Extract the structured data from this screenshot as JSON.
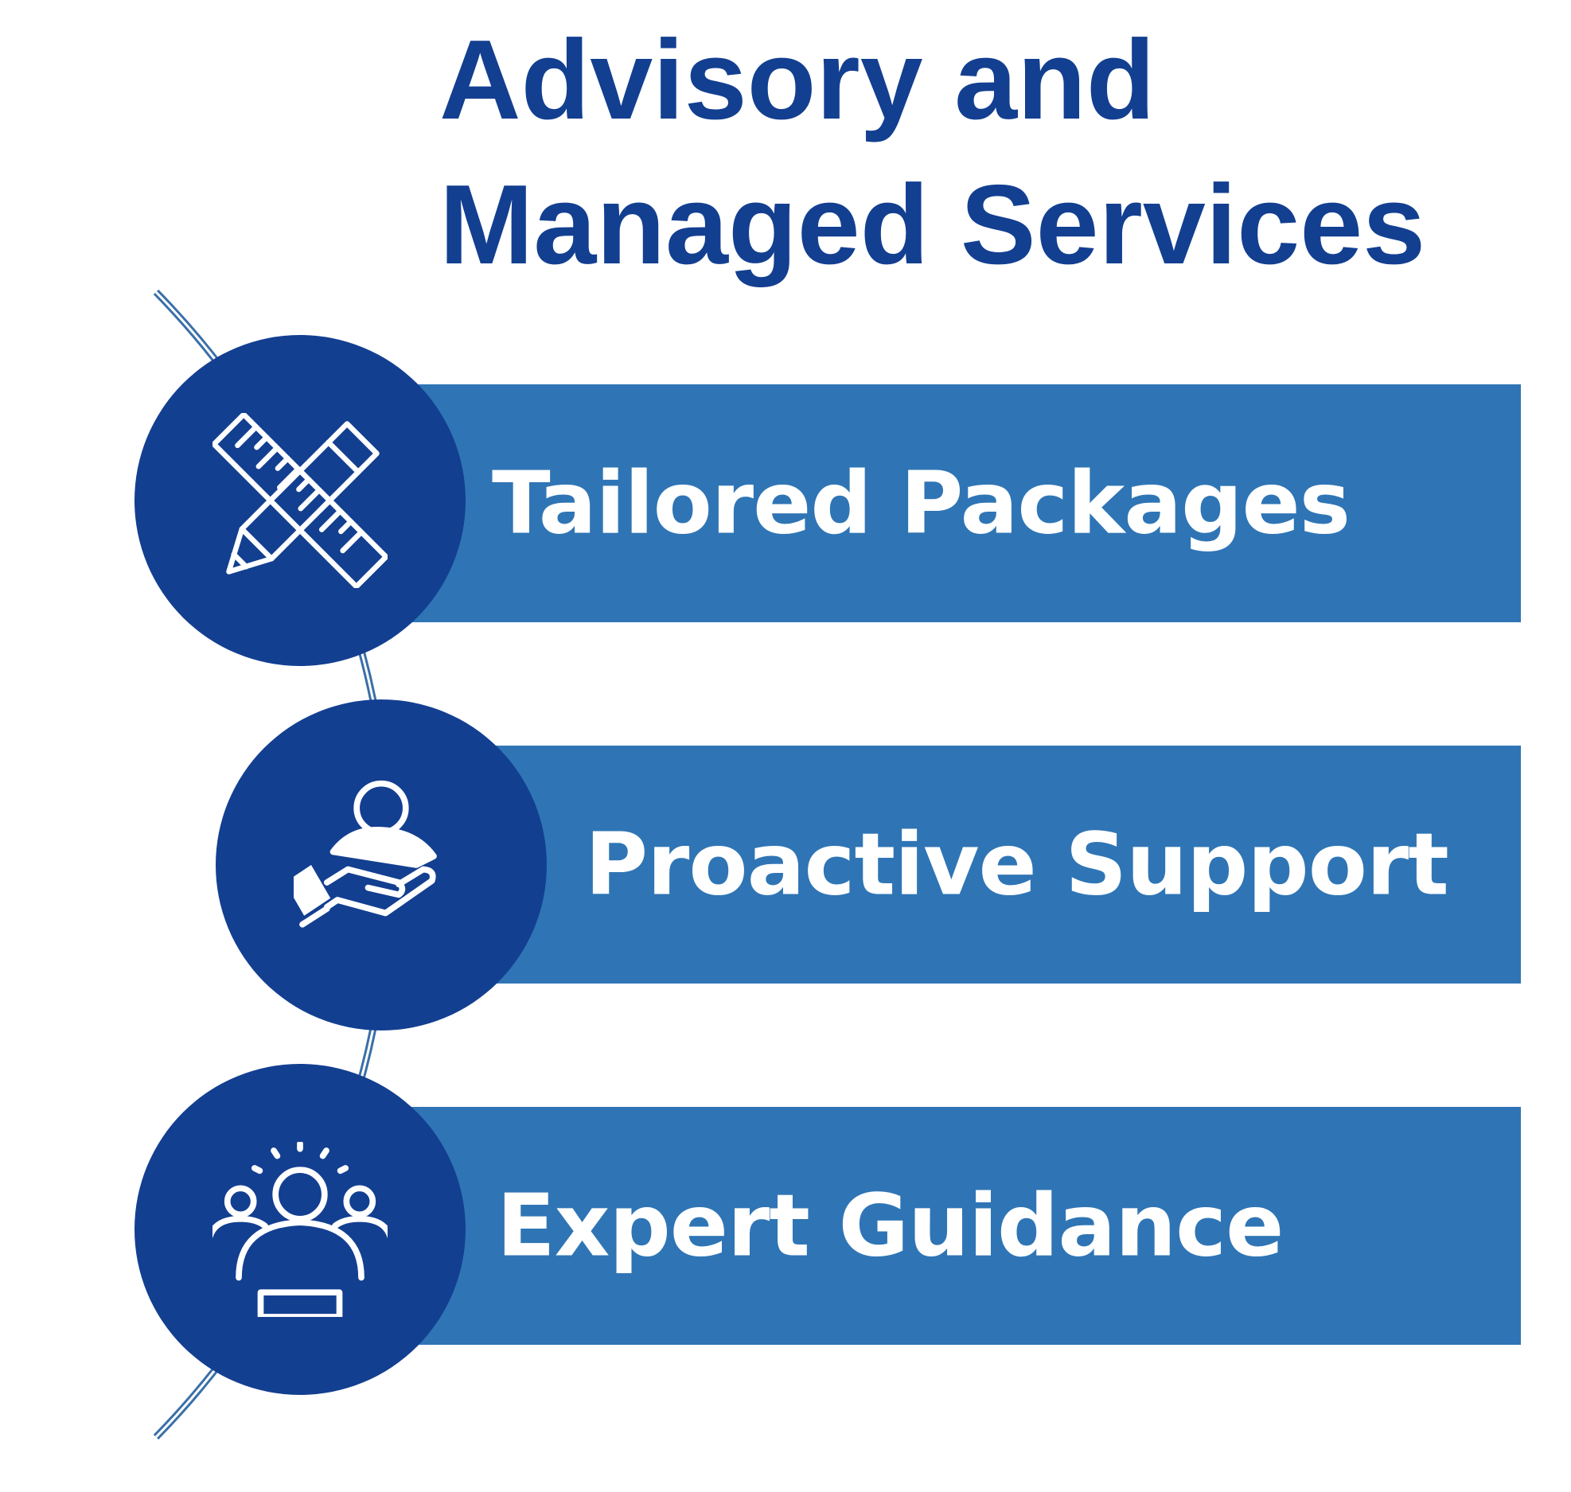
{
  "title": {
    "line1": "Advisory and",
    "line2": "Managed Services"
  },
  "items": [
    {
      "label": "Tailored Packages",
      "icon": "ruler-pencil-icon"
    },
    {
      "label": "Proactive Support",
      "icon": "hand-support-person-icon"
    },
    {
      "label": "Expert Guidance",
      "icon": "team-expert-icon"
    }
  ],
  "colors": {
    "title": "#133f91",
    "circle": "#133f91",
    "bar": "#2f75b5",
    "connector": "#3a6fa8"
  }
}
